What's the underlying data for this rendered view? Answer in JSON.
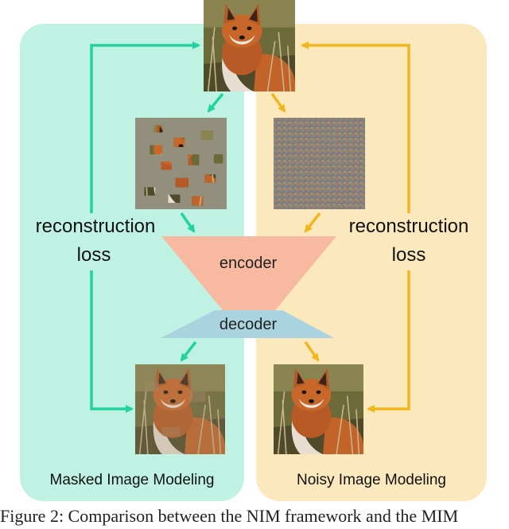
{
  "panels": {
    "left_label": "Masked Image Modeling",
    "right_label": "Noisy Image Modeling",
    "left_color": "#bff2e3",
    "right_color": "#fbe9bd"
  },
  "loss": {
    "left_line1": "reconstruction",
    "left_line2": "loss",
    "right_line1": "reconstruction",
    "right_line2": "loss"
  },
  "blocks": {
    "encoder_label": "encoder",
    "decoder_label": "decoder",
    "encoder_color": "#f8b9a1",
    "decoder_color": "#a8d3df"
  },
  "arrows": {
    "left_color": "#20d3a0",
    "right_color": "#f3b51d"
  },
  "images": {
    "top": "fox-photo",
    "masked_input": "masked-fox-photo",
    "noisy_input": "noise-image",
    "mim_output": "blurry-reconstructed-fox",
    "nim_output": "reconstructed-fox"
  },
  "caption": "Figure 2: Comparison between the NIM framework and the MIM"
}
